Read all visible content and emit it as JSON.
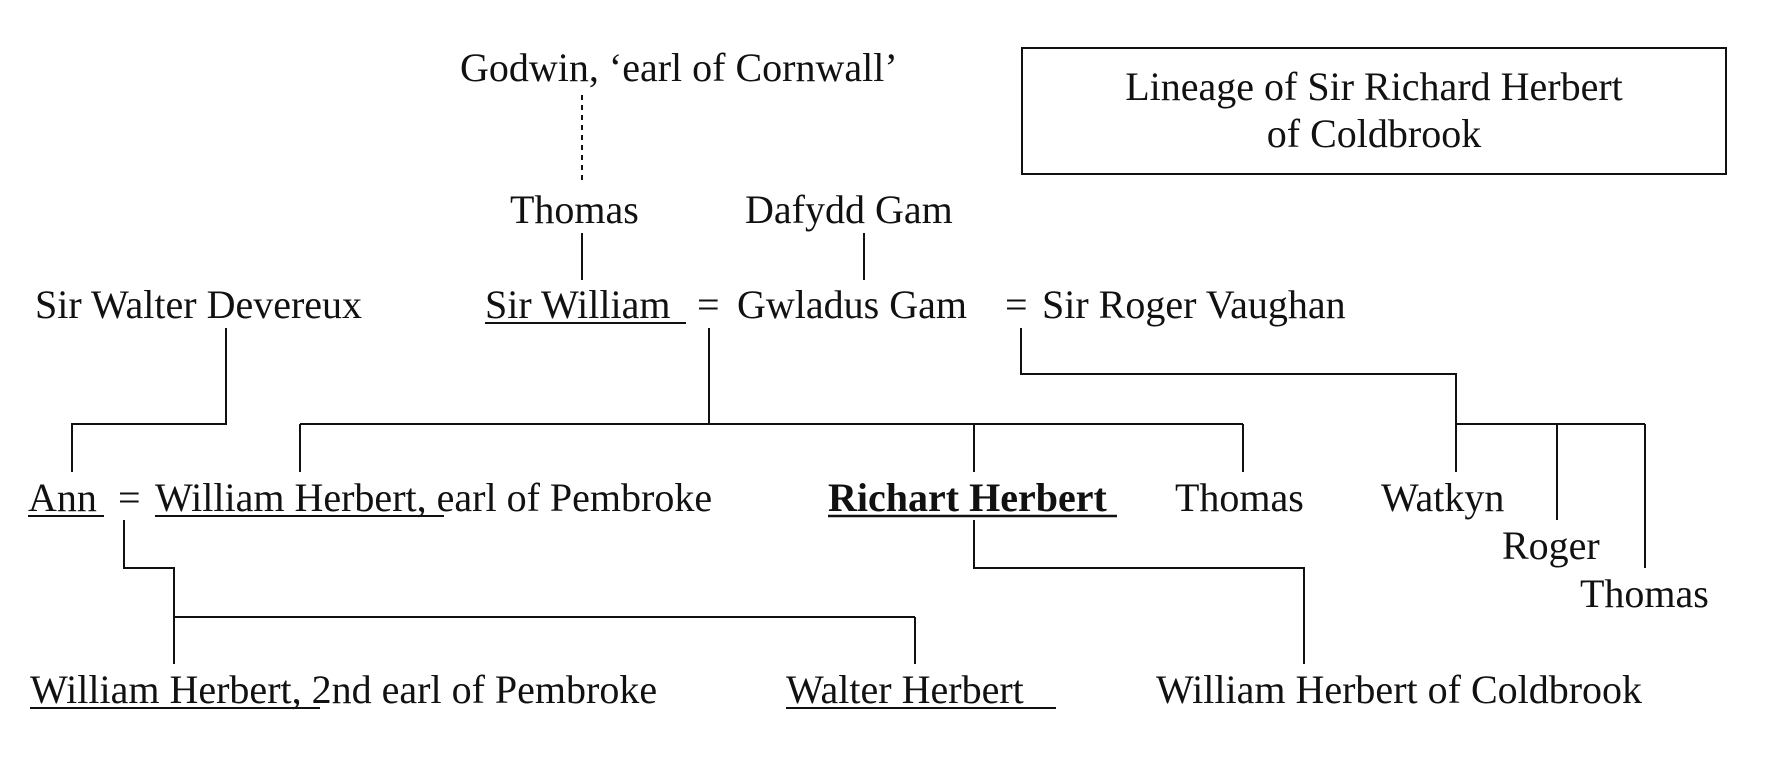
{
  "title": {
    "line1": "Lineage of Sir Richard Herbert",
    "line2": "of Coldbrook"
  },
  "people": {
    "godwin": "Godwin, ‘earl of Cornwall’",
    "thomas_father": "Thomas",
    "dafydd_gam": "Dafydd Gam",
    "walter_devereux": "Sir Walter Devereux",
    "sir_william": "Sir William",
    "gwladus_gam": "Gwladus Gam",
    "roger_vaughan": "Sir Roger Vaughan",
    "ann": "Ann",
    "william_herbert": "William Herbert",
    "william_herbert_suffix": ", earl of Pembroke",
    "richart_herbert": "Richart Herbert",
    "thomas_son": "Thomas",
    "watkyn": "Watkyn",
    "roger": "Roger",
    "thomas_vaughan": "Thomas",
    "william_herbert_2nd": "William Herbert",
    "william_herbert_2nd_suffix": ", 2nd earl of Pembroke",
    "walter_herbert": "Walter Herbert",
    "william_coldbrook": "William Herbert of Coldbrook"
  },
  "marriage_symbol": "="
}
